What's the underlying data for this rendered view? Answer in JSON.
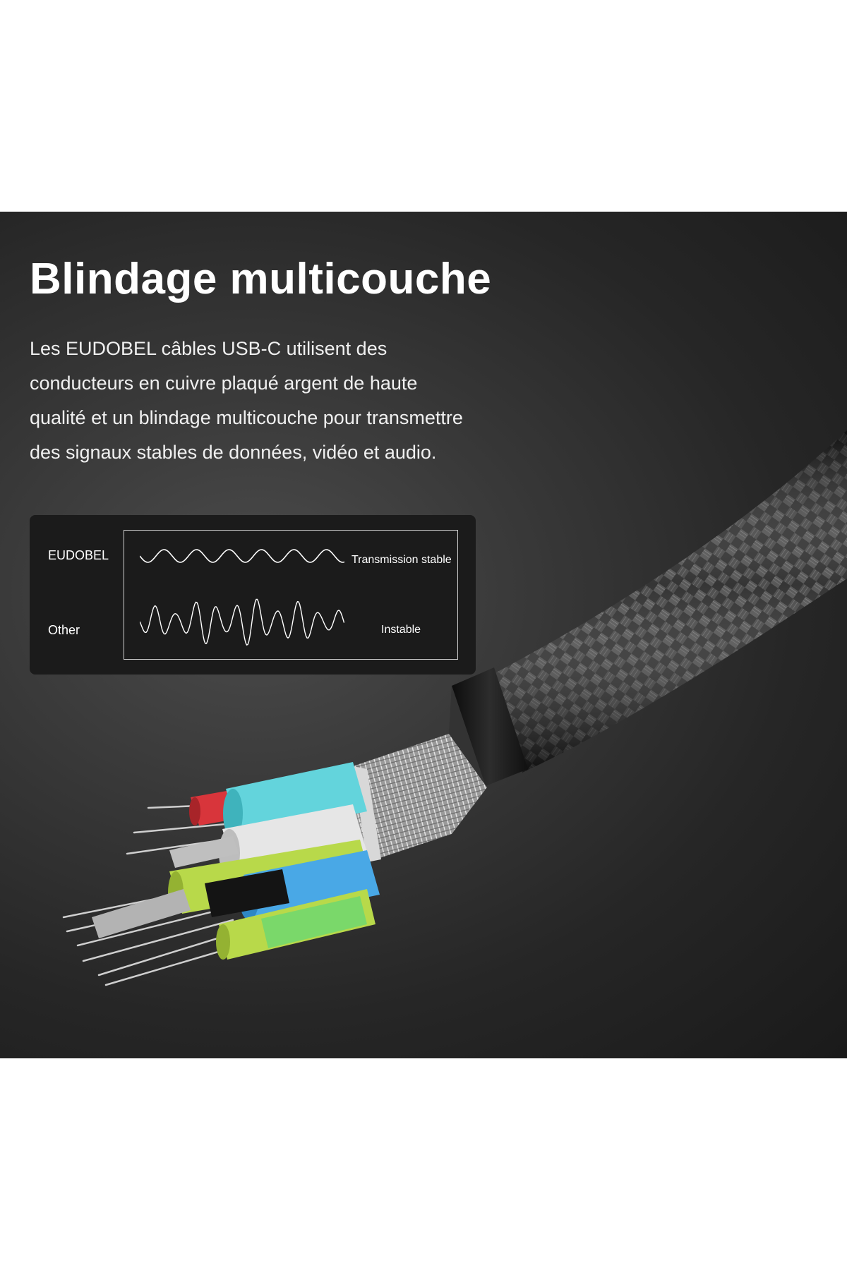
{
  "banner": {
    "title": "Blindage multicouche",
    "description_lines": [
      "Les EUDOBEL câbles USB-C utilisent des",
      "conducteurs en cuivre plaqué argent de haute",
      "qualité et un blindage multicouche pour transmettre",
      "des signaux stables de données, vidéo et audio."
    ]
  },
  "comparison": {
    "brand_label": "EUDOBEL",
    "brand_status": "Transmission stable",
    "other_label": "Other",
    "other_status": "Instable"
  },
  "colors": {
    "background_dark": "#2e2e2e",
    "box_background": "#1b1b1b",
    "text": "#ffffff",
    "wire_red": "#d8353b",
    "wire_cyan": "#63d4dc",
    "wire_white": "#e6e6e6",
    "wire_green": "#b8d94a",
    "wire_blue": "#49a8e6",
    "wire_black": "#141414"
  }
}
